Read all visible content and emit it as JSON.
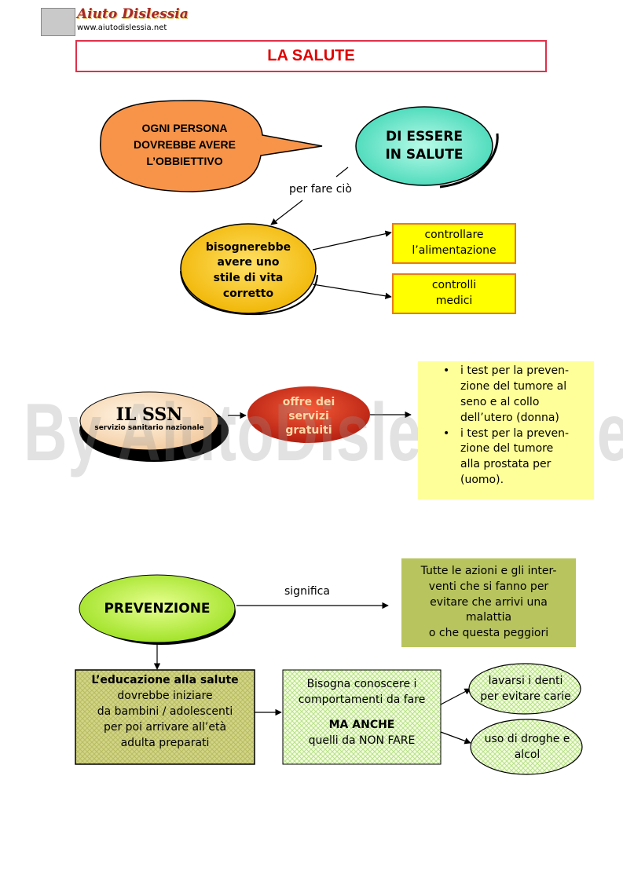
{
  "header": {
    "logo_title": "Aiuto Dislessia",
    "logo_url": "www.aiutodislessia.net",
    "page_title": "LA SALUTE"
  },
  "watermark": "By AiutoDislessia.net",
  "section1": {
    "bubble_text": [
      "OGNI PERSONA",
      "DOVREBBE AVERE",
      "L’OBBIETTIVO"
    ],
    "goal": [
      "DI ESSERE",
      "IN SALUTE"
    ],
    "link_label": "per fare ciò",
    "lifestyle": [
      "bisognerebbe",
      "avere uno",
      "stile di vita",
      "corretto"
    ],
    "items": [
      [
        "controllare",
        "l’alimentazione"
      ],
      [
        "controlli",
        "medici"
      ]
    ]
  },
  "section2": {
    "ssn_title": "IL SSN",
    "ssn_subtitle": "servizio sanitario nazionale",
    "offers": [
      "offre dei",
      "servizi",
      "gratuiti"
    ],
    "tests": [
      [
        "i test per la preven-",
        "zione del tumore al",
        "seno e al collo",
        "dell’utero (donna)"
      ],
      [
        "i test per la preven-",
        "zione del  tumore",
        "alla prostata per",
        "(uomo)."
      ]
    ]
  },
  "section3": {
    "prevention": "PREVENZIONE",
    "means_label": "significa",
    "definition": [
      "Tutte le azioni e gli inter-",
      "venti che si fanno per",
      "evitare che arrivi una",
      "malattia",
      "o che questa peggiori"
    ],
    "education_title": "L’educazione alla salute",
    "education_text": [
      "dovrebbe iniziare",
      "da bambini / adolescenti",
      "per poi arrivare all’età",
      "adulta preparati"
    ],
    "behaviours_top": [
      "Bisogna conoscere i",
      "comportamenti da fare"
    ],
    "behaviours_bold": "MA ANCHE",
    "behaviours_bottom": "quelli da NON FARE",
    "do_item": [
      "lavarsi i denti",
      "per evitare carie"
    ],
    "dont_item": [
      "uso di droghe e",
      "alcol"
    ]
  },
  "colors": {
    "title_border": "#e0304a",
    "title_text": "#e00000",
    "bubble_orange": "#f7944a",
    "goal_teal": "#66e0c8",
    "lifestyle_gold": "#f5c400",
    "item_yellow": "#ffff00",
    "item_border": "#e87b1a",
    "offers_red": "#cc2a1a",
    "tests_bg": "#ffff99",
    "prevention_green": "#b8f040",
    "definition_olive": "#b8c45e",
    "education_olive": "#c8c870",
    "check_green": "#d8f0b0"
  }
}
